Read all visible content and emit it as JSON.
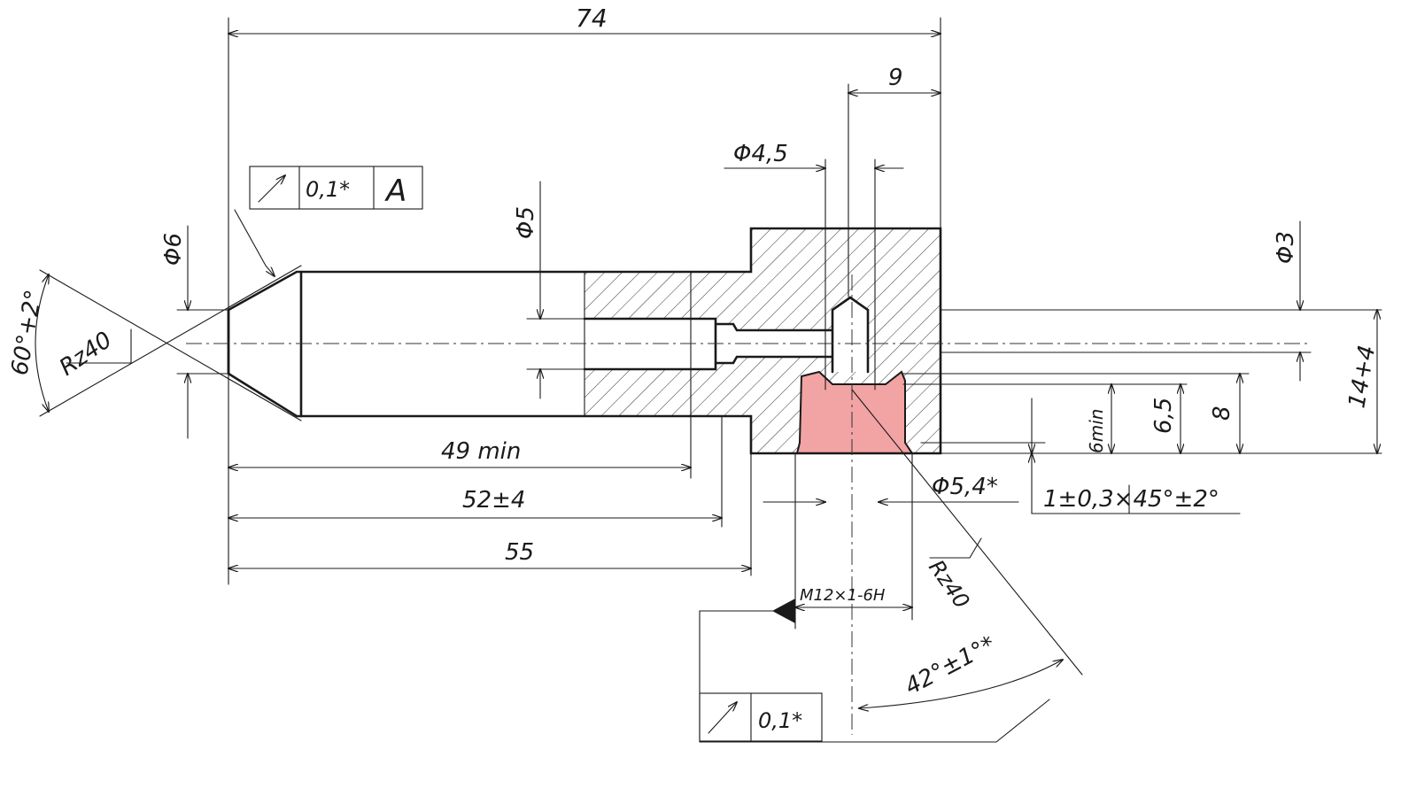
{
  "dimensions": {
    "total_length": "74",
    "head_depth": "9",
    "dia_4_5": "Φ4,5",
    "dia_5": "Φ5",
    "dia_6": "Φ6",
    "dia_3": "Φ3",
    "len_49": "49 min",
    "len_52": "52±4",
    "len_55": "55",
    "dia_5_4": "Φ5,4*",
    "chamfer": "1±0,3×45°±2°",
    "thread": "M12×1-6H",
    "angle_60": "60°+2°",
    "angle_42": "42°±1°*",
    "depth_6": "6min",
    "depth_6_5": "6,5",
    "depth_8": "8",
    "depth_14": "14+4"
  },
  "roughness": {
    "left": "Rz40",
    "right": "Rz40"
  },
  "tolerance_frames": {
    "top": {
      "symbol": "runout-arrow",
      "value": "0,1*",
      "datum": "A"
    },
    "bottom": {
      "symbol": "runout-arrow",
      "value": "0,1*"
    }
  },
  "colors": {
    "line": "#1a1a1a",
    "highlight": "#f2a3a3"
  }
}
